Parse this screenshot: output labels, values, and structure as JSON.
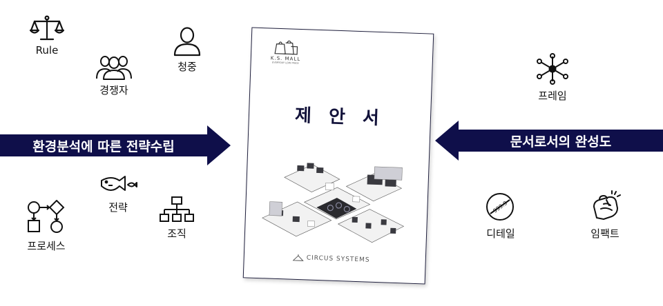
{
  "left_icons": {
    "rule": "Rule",
    "competitor": "경쟁자",
    "audience": "청중",
    "process": "프로세스",
    "strategy": "전략",
    "organization": "조직"
  },
  "right_icons": {
    "frame": "프레임",
    "detail": "디테일",
    "impact": "임팩트",
    "detail_seal": "999.9"
  },
  "arrows": {
    "left": "환경분석에 따른 전략수립",
    "right": "문서로서의 완성도"
  },
  "document": {
    "logo_name": "K.S. MALL",
    "logo_sub": "EVERYDAY LOW PRICE",
    "title": "제 안 서",
    "footer": "CIRCUS SYSTEMS"
  },
  "colors": {
    "arrow_fill": "#0f0f4a",
    "icon_stroke": "#111111"
  }
}
